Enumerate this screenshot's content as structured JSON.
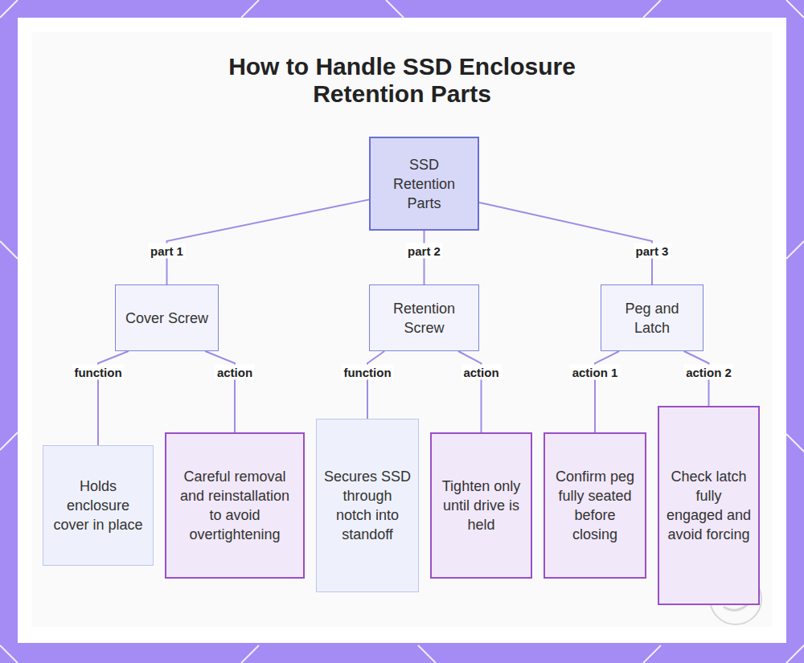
{
  "diagram": {
    "title": "How to Handle SSD Enclosure Retention Parts",
    "nodes": [
      {
        "text": [
          "SSD Retention Parts"
        ]
      },
      {
        "text": [
          "Cover Screw"
        ]
      },
      {
        "text": [
          "Retention Screw"
        ]
      },
      {
        "text": [
          "Peg and Latch"
        ]
      },
      {
        "text": [
          "Holds enclosure cover in place"
        ]
      },
      {
        "text": [
          "Careful removal and reinstallation to avoid overtightening"
        ]
      },
      {
        "text": [
          "Secures SSD through notch into standoff"
        ]
      },
      {
        "text": [
          "Tighten only until drive is held"
        ]
      },
      {
        "text": [
          "Confirm peg fully seated before closing"
        ]
      },
      {
        "text": [
          "Check latch fully engaged and avoid forcing"
        ]
      }
    ],
    "edges": [
      {
        "from": 0,
        "to": 1,
        "label": "part 1",
        "arrow": "none"
      },
      {
        "from": 0,
        "to": 2,
        "label": "part 2",
        "arrow": "none"
      },
      {
        "from": 0,
        "to": 3,
        "label": "part 3",
        "arrow": "none"
      },
      {
        "from": 1,
        "to": 4,
        "label": "function",
        "arrow": "none"
      },
      {
        "from": 1,
        "to": 5,
        "label": "action",
        "arrow": "none"
      },
      {
        "from": 2,
        "to": 6,
        "label": "function",
        "arrow": "none"
      },
      {
        "from": 2,
        "to": 7,
        "label": "action",
        "arrow": "none"
      },
      {
        "from": 3,
        "to": 8,
        "label": "action 1",
        "arrow": "none"
      },
      {
        "from": 3,
        "to": 9,
        "label": "action 2",
        "arrow": "none"
      }
    ]
  }
}
